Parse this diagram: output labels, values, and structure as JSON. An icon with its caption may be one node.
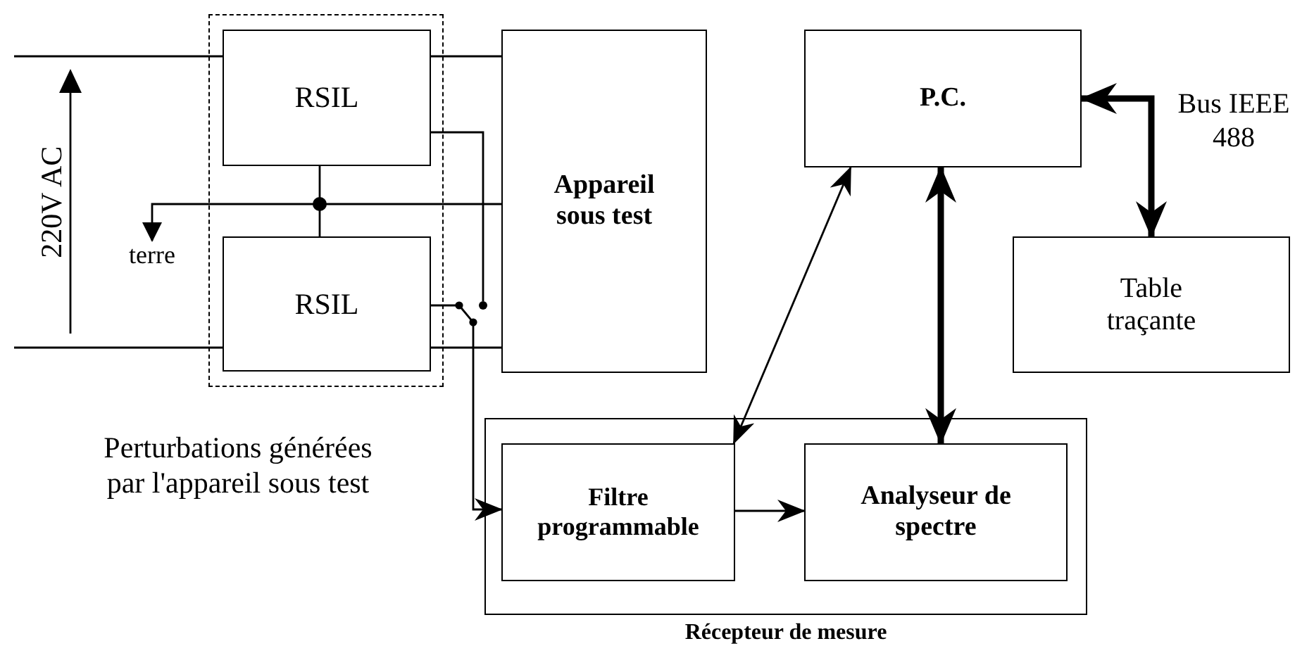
{
  "diagram": {
    "nodes": [
      {
        "text": [],
        "shape": "box"
      },
      {
        "text": [
          "RSIL"
        ],
        "in": 0
      },
      {
        "text": [
          "RSIL"
        ],
        "in": 0
      },
      {
        "text": [
          "Appareil sous test"
        ]
      },
      {
        "text": [
          "P.C."
        ]
      },
      {
        "text": [
          "Table traçante"
        ]
      },
      {
        "text": [
          "Récepteur de mesure"
        ]
      },
      {
        "text": [
          "Filtre programmable"
        ],
        "in": 6
      },
      {
        "text": [
          "Analyseur de spectre"
        ],
        "in": 6
      },
      {
        "text": [
          "terre"
        ]
      },
      {
        "text": [],
        "shape": "circle"
      }
    ],
    "edges": [
      {
        "from": null,
        "to": 1,
        "arrow": "none"
      },
      {
        "from": null,
        "to": 2,
        "arrow": "none"
      },
      {
        "from": 1,
        "to": 3,
        "arrow": "none"
      },
      {
        "from": 2,
        "to": 3,
        "arrow": "none"
      },
      {
        "from": 1,
        "to": 2,
        "arrow": "none"
      },
      {
        "from": 3,
        "to": 9,
        "arrow": "to"
      },
      {
        "from": 1,
        "to": 10,
        "arrow": "none"
      },
      {
        "from": 2,
        "to": 7,
        "arrow": "to"
      },
      {
        "from": 7,
        "to": 8,
        "arrow": "to"
      },
      {
        "from": 4,
        "to": 7,
        "arrow": "both"
      },
      {
        "from": 4,
        "to": 8,
        "arrow": "both",
        "style": "thick"
      },
      {
        "from": 4,
        "to": 5,
        "arrow": "both",
        "style": "thick"
      }
    ],
    "labels": [
      "220V AC",
      "Perturbations générées par l'appareil sous test",
      "Bus IEEE 488"
    ]
  }
}
